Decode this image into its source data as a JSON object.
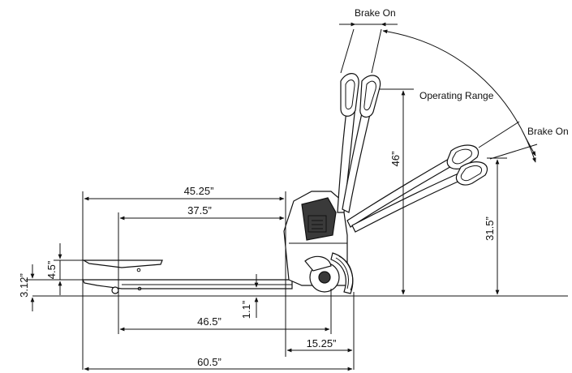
{
  "labels": {
    "brake_on_top": "Brake On",
    "operating_range": "Operating Range",
    "brake_on_right": "Brake On"
  },
  "dimensions": {
    "overall_length": "45.25”",
    "fork_length_top": "37.5”",
    "handle_height_upright": "46”",
    "handle_height_lowered": "31.5”",
    "lift_height": "4.5”",
    "overall_fork_height": "3.12”",
    "fork_lowered_height": "1.1”",
    "fork_length_bottom": "46.5”",
    "rear_length": "15.25”",
    "total_length": "60.5”"
  },
  "colors": {
    "line": "#111111",
    "body_fill": "#3a3a3a",
    "background": "#ffffff"
  }
}
